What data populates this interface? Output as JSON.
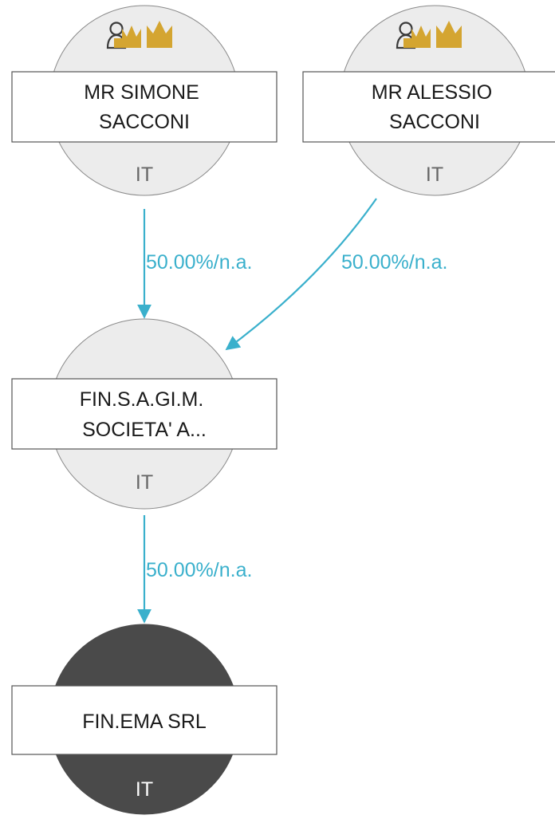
{
  "colors": {
    "edge": "#3ab0cc",
    "crown": "#d4a531",
    "person_icon": "#3a3a3a",
    "node_light": "#ececec",
    "node_dark": "#4a4a4a",
    "country_on_light": "#666666",
    "country_on_dark": "#ffffff"
  },
  "nodes": [
    {
      "id": "simone",
      "name_lines": [
        "MR SIMONE",
        "SACCONI"
      ],
      "country": "IT",
      "style": "light",
      "icons": [
        "person-icon",
        "crown-icon",
        "crown-icon"
      ]
    },
    {
      "id": "alessio",
      "name_lines": [
        "MR ALESSIO",
        "SACCONI"
      ],
      "country": "IT",
      "style": "light",
      "icons": [
        "person-icon",
        "crown-icon",
        "crown-icon"
      ]
    },
    {
      "id": "finsagim",
      "name_lines": [
        "FIN.S.A.GI.M.",
        "SOCIETA' A..."
      ],
      "country": "IT",
      "style": "light",
      "icons": []
    },
    {
      "id": "finema",
      "name_lines": [
        "FIN.EMA SRL"
      ],
      "country": "IT",
      "style": "dark",
      "icons": []
    }
  ],
  "edges": [
    {
      "from": "simone",
      "to": "finsagim",
      "label": "50.00%/n.a."
    },
    {
      "from": "alessio",
      "to": "finsagim",
      "label": "50.00%/n.a."
    },
    {
      "from": "finsagim",
      "to": "finema",
      "label": "50.00%/n.a."
    }
  ]
}
